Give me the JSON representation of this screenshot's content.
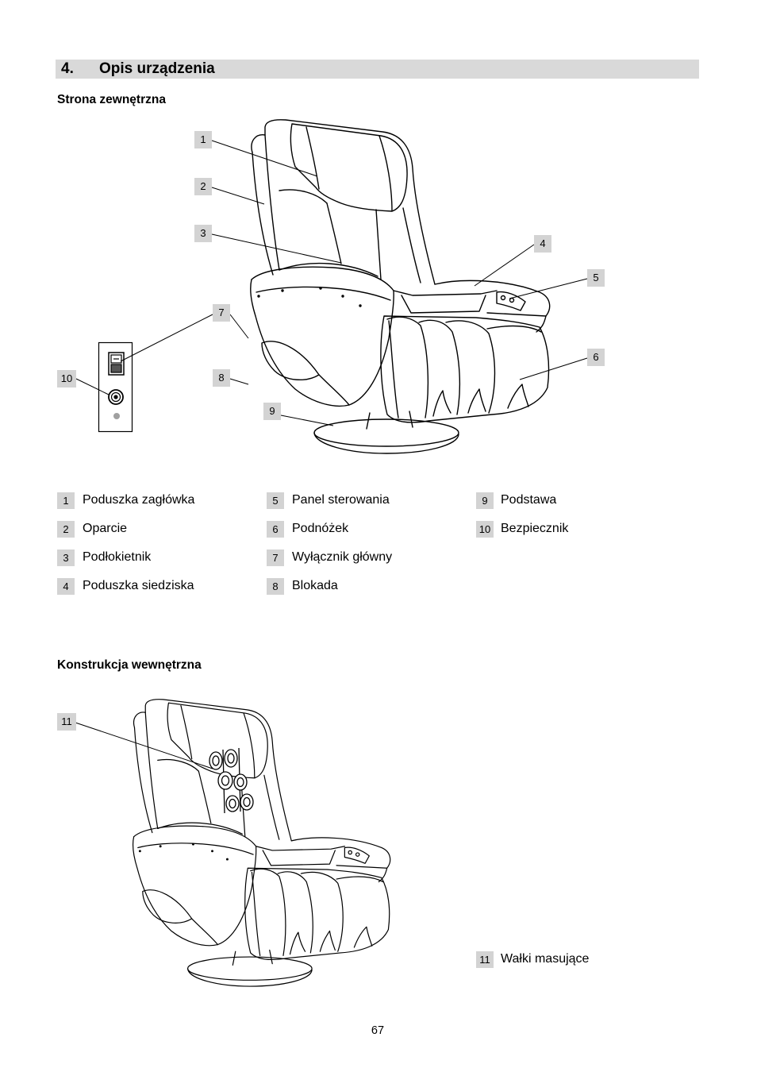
{
  "colors": {
    "header_bar": "#d9d9d9",
    "label_box": "#d3d3d3",
    "ink": "#000000"
  },
  "section": {
    "number": "4.",
    "title": "Opis urządzenia"
  },
  "exterior": {
    "heading": "Strona zewnętrzna",
    "callouts": [
      "1",
      "2",
      "3",
      "4",
      "5",
      "6",
      "7",
      "8",
      "9",
      "10"
    ],
    "legend": [
      {
        "num": "1",
        "label": "Poduszka zagłówka"
      },
      {
        "num": "2",
        "label": "Oparcie"
      },
      {
        "num": "3",
        "label": "Podłokietnik"
      },
      {
        "num": "4",
        "label": "Poduszka siedziska"
      },
      {
        "num": "5",
        "label": "Panel sterowania"
      },
      {
        "num": "6",
        "label": "Podnóżek"
      },
      {
        "num": "7",
        "label": "Wyłącznik główny"
      },
      {
        "num": "8",
        "label": "Blokada"
      },
      {
        "num": "9",
        "label": "Podstawa"
      },
      {
        "num": "10",
        "label": "Bezpiecznik"
      }
    ]
  },
  "interior": {
    "heading": "Konstrukcja wewnętrzna",
    "callouts": [
      "11"
    ],
    "legend": [
      {
        "num": "11",
        "label": "Wałki masujące"
      }
    ]
  },
  "page_number": "67"
}
